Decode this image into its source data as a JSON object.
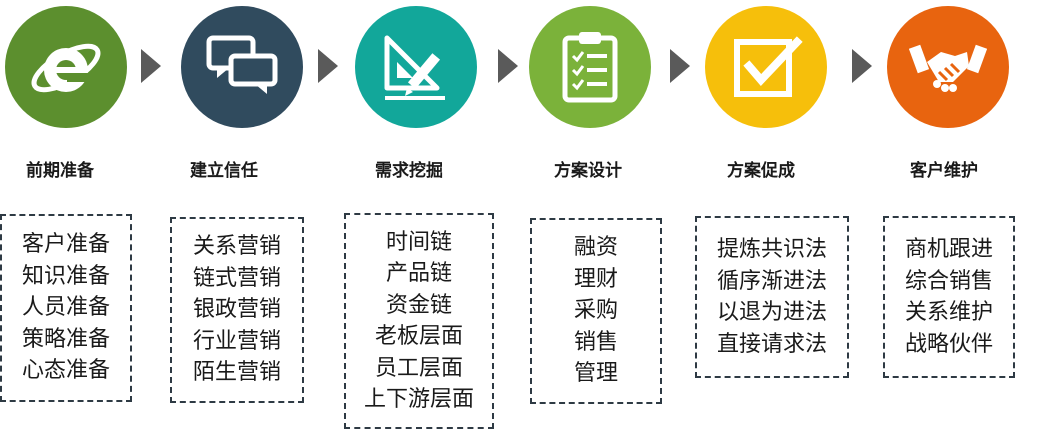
{
  "steps": [
    {
      "title": "前期准备",
      "icon": "internet-explorer-icon",
      "color": "#5c8f2e",
      "items": [
        "客户准备",
        "知识准备",
        "人员准备",
        "策略准备",
        "心态准备"
      ]
    },
    {
      "title": "建立信任",
      "icon": "chat-bubbles-icon",
      "color": "#304b5e",
      "items": [
        "关系营销",
        "链式营销",
        "银政营销",
        "行业营销",
        "陌生营销"
      ]
    },
    {
      "title": "需求挖掘",
      "icon": "ruler-pencil-icon",
      "color": "#12a79a",
      "items": [
        "时间链",
        "产品链",
        "资金链",
        "老板层面",
        "员工层面",
        "上下游层面"
      ]
    },
    {
      "title": "方案设计",
      "icon": "clipboard-checklist-icon",
      "color": "#7bb23a",
      "items": [
        "融资",
        "理财",
        "采购",
        "销售",
        "管理"
      ]
    },
    {
      "title": "方案促成",
      "icon": "checkbox-icon",
      "color": "#f6bf0b",
      "items": [
        "提炼共识法",
        "循序渐进法",
        "以退为进法",
        "直接请求法"
      ]
    },
    {
      "title": "客户维护",
      "icon": "handshake-icon",
      "color": "#e8640f",
      "items": [
        "商机跟进",
        "综合销售",
        "关系维护",
        "战略伙伴"
      ]
    }
  ],
  "arrow_color": "#5a5a5a"
}
